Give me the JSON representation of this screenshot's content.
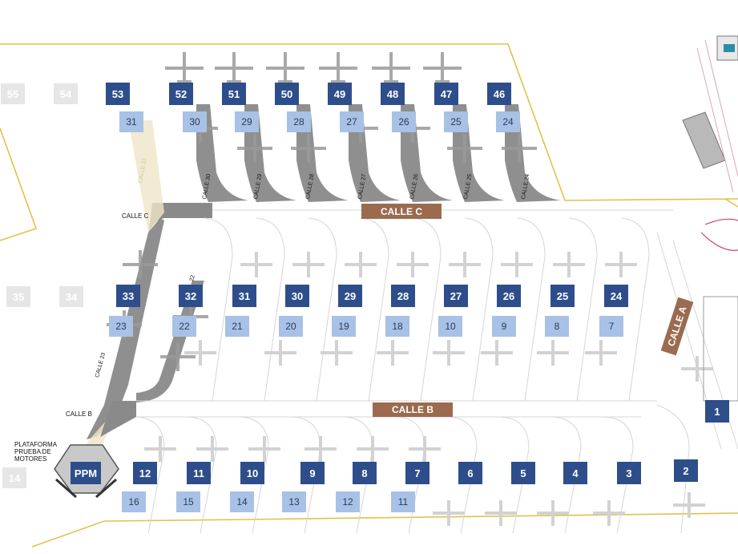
{
  "colors": {
    "stand_primary": "#2d4e8a",
    "stand_secondary": "#a8c1e6",
    "stand_inactive": "#e6e6e6",
    "road_sign": "#9b6b4f",
    "boundary_line": "#e3c14a",
    "taxiway": "#8a8a8a",
    "platform": "#c9c9c9"
  },
  "roads": {
    "calle_c": "CALLE C",
    "calle_b": "CALLE B",
    "calle_a": "CALLE A",
    "calle_c_small": "CALLE C",
    "calle_b_small": "CALLE B",
    "calle_23": "CALLE 23",
    "calle_22": "22",
    "calle_30": "CALLE 30",
    "calle_29": "CALLE 29",
    "calle_28": "CALLE 28",
    "calle_27": "CALLE 27",
    "calle_26": "CALLE 26",
    "calle_25": "CALLE 25",
    "calle_24": "CALLE 24",
    "calle_31": "CALLE 31"
  },
  "platform_label": {
    "line1": "PLATAFORMA",
    "line2": "PRUEBA DE",
    "line3": "MOTORES"
  },
  "top_row": {
    "ghost": [
      "55",
      "54"
    ],
    "primary": [
      "53",
      "52",
      "51",
      "50",
      "49",
      "48",
      "47",
      "46"
    ],
    "secondary": [
      "31",
      "30",
      "29",
      "28",
      "27",
      "26",
      "25",
      "24"
    ]
  },
  "middle_row": {
    "ghost": [
      "35",
      "34"
    ],
    "primary": [
      "33",
      "32",
      "31",
      "30",
      "29",
      "28",
      "27",
      "26",
      "25",
      "24"
    ],
    "secondary": [
      "23",
      "22",
      "21",
      "20",
      "19",
      "18",
      "10",
      "9",
      "8",
      "7"
    ]
  },
  "bottom_row": {
    "ghost": [
      "14"
    ],
    "primary": [
      "PPM",
      "12",
      "11",
      "10",
      "9",
      "8",
      "7",
      "6",
      "5",
      "4",
      "3",
      "2",
      "1"
    ],
    "secondary": [
      "16",
      "15",
      "14",
      "13",
      "12",
      "11"
    ]
  }
}
